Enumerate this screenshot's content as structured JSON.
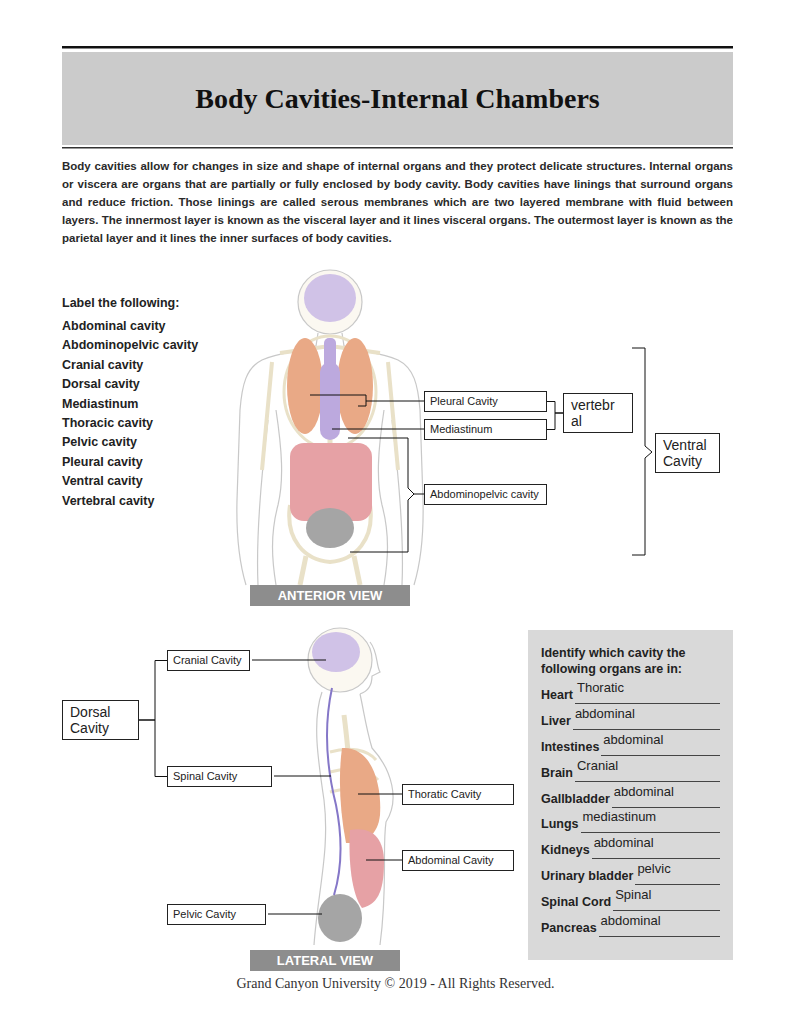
{
  "diagram": {
    "title": "Body Cavities-Internal Chambers",
    "caption": "Grand Canyon University © 2019 - All Rights Reserved.",
    "nodes": [
      {
        "text": [
          "Pleural Cavity"
        ]
      },
      {
        "text": [
          "Mediastinum"
        ]
      },
      {
        "text": [
          "vertebr al"
        ]
      },
      {
        "text": [
          "Ventral Cavity"
        ]
      },
      {
        "text": [
          "Abdominopelvic cavity"
        ]
      },
      {
        "text": [
          "ANTERIOR VIEW"
        ]
      },
      {
        "text": [
          "Cranial Cavity"
        ]
      },
      {
        "text": [
          "Identify which cavity the following organs are in:",
          "Heart",
          "Thoratic",
          "Liver",
          "abdominal",
          "Intestines",
          "abdominal",
          "Brain",
          "Cranial",
          "Gallbladder",
          "abdominal",
          "Lungs",
          "mediastinum",
          "Kidneys",
          "abdominal",
          "Urinary bladder",
          "pelvic",
          "Spinal Cord",
          "Spinal",
          "Pancreas",
          "abdominal"
        ]
      },
      {
        "text": [
          "Dorsal Cavity"
        ]
      },
      {
        "text": [
          "Spinal Cavity"
        ]
      },
      {
        "text": [
          "Thoratic Cavity"
        ]
      },
      {
        "text": [
          "Abdominal Cavity"
        ]
      },
      {
        "text": [
          "Pelvic Cavity"
        ]
      },
      {
        "text": [
          "LATERAL VIEW"
        ]
      }
    ],
    "edges": [
      {
        "from": 0,
        "to": 2,
        "arrow": "none"
      },
      {
        "from": 1,
        "to": 2,
        "arrow": "none"
      },
      {
        "from": 8,
        "to": 6,
        "arrow": "none"
      },
      {
        "from": 8,
        "to": 9,
        "arrow": "none"
      }
    ],
    "labels": [
      "Body cavities allow for changes in size and shape of internal organs and they protect delicate structures. Internal organs or viscera are organs that are partially or fully enclosed by body cavity. Body cavities have linings that surround organs and reduce friction. Those linings are called serous membranes which are two layered membrane with fluid between layers. The innermost layer is known as the visceral layer and it lines visceral organs. The outermost layer is known as the parietal layer and it lines the inner surfaces of body cavities.",
      "Label the following:",
      "Abdominal cavity",
      "Abdominopelvic cavity",
      "Cranial cavity",
      "Dorsal cavity",
      "Mediastinum",
      "Thoracic cavity",
      "Pelvic cavity",
      "Pleural cavity",
      "Ventral cavity",
      "Vertebral cavity"
    ]
  }
}
